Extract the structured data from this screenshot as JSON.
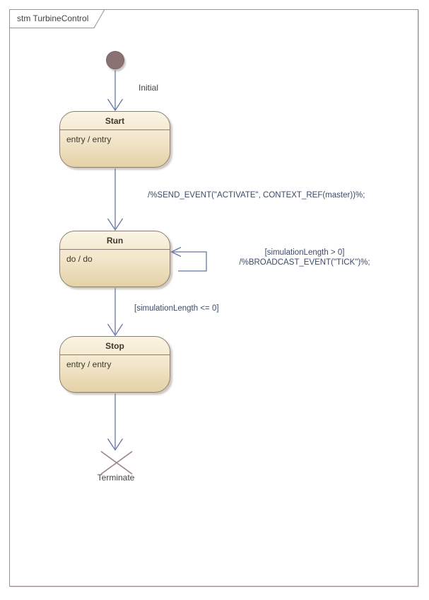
{
  "frame": {
    "label": "stm TurbineControl"
  },
  "colors": {
    "frame-border": "#9c9094",
    "frame-shadow": "#d8cfd2",
    "arrow": "#6377a2",
    "state-border": "#8e7d74",
    "state-fill-top": "#faf4e3",
    "state-fill-mid": "#f2e6ca",
    "state-fill-bottom": "#e4d1a6",
    "state-title-text": "#40362e",
    "state-body-text": "#3e352d",
    "initial-fill": "#8b7272",
    "terminate": "#9b8484",
    "label-text": "#3a4a68",
    "node-label-text": "#474242"
  },
  "states": [
    {
      "title": "Start",
      "body": "entry / entry"
    },
    {
      "title": "Run",
      "body": "do / do"
    },
    {
      "title": "Stop",
      "body": "entry / entry"
    }
  ],
  "transitions": {
    "initial": {
      "label": "Initial"
    },
    "start_to_run": {
      "effect": "/%SEND_EVENT(\"ACTIVATE\", CONTEXT_REF(master))%;"
    },
    "run_self": {
      "guard": "[simulationLength > 0]",
      "effect": "/%BROADCAST_EVENT(\"TICK\")%;"
    },
    "run_to_stop": {
      "guard": "[simulationLength <= 0]"
    },
    "terminate": {
      "label": "Terminate"
    }
  }
}
